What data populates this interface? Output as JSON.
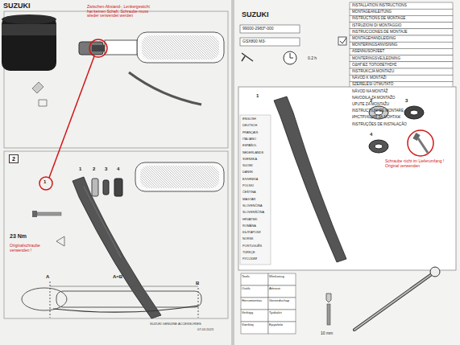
{
  "diagram": {
    "nodes": [
      {
        "text": [
          "2"
        ]
      }
    ],
    "labels": [
      "SUZUKI",
      "Zwischen-Abstand-, Lenkergewicht hat keinen Schaft, Schraube muss wieder verwendet werden",
      "1",
      "1",
      "2",
      "3",
      "4",
      "23 Nm",
      "Originalschraube verwenden !",
      "A",
      "A=B",
      "B",
      "SUZUKI GENUINE ACCESSORIES",
      "07.03.2023",
      "SUZUKI",
      "99000-2983*-000",
      "GSX800 M3-",
      "0.2 h",
      "1",
      "2",
      "3",
      "4",
      "Schraube nicht im Lieferumfang ! Original verwenden",
      "10 mm",
      "INSTALLATION INSTRUCTIONS",
      "MONTAGEANLEITUNG",
      "INSTRUCTIONS DE MONTAGE",
      "ISTRUZIONI DI MONTAGGIO",
      "INSTRUCCIONES DE MONTAJE",
      "MONTAGEHANDLEIDING",
      "MONTERINGSANVISNING",
      "ASENNUSOHJEET",
      "MONTERINGSVEJLEDNING",
      "ΟΔΗΓΙΕΣ ΤΟΠΟΘΕΤΗΣΗΣ",
      "INSTRUKCJA MONTAŻU",
      "NÁVOD K MONTÁŽI",
      "SZERELÉSI ÚTMUTATÓ",
      "NÁVOD NA MONTÁŽ",
      "NAVODILA ZA MONTAŽO",
      "UPUTE ZA MONTAŽU",
      "INSTRUCȚIUNI DE MONTARE",
      "ИНСТРУКЦИЯ ЗА МОНТАЖ",
      "INSTRUÇÕES DE INSTALAÇÃO",
      "ENGLISH",
      "DEUTSCH",
      "FRANÇAIS",
      "ITALIANO",
      "ESPAÑOL",
      "NEDERLANDS",
      "SVENSKA",
      "SUOMI",
      "DANSK",
      "ΕΛΛΗΝΙΚΑ",
      "POLSKI",
      "ČEŠTINA",
      "MAGYAR",
      "SLOVENČINA",
      "SLOVENŠČINA",
      "HRVATSKI",
      "ROMÂNĂ",
      "БЪЛГАРСКИ",
      "NORSK",
      "PORTUGUÊS",
      "TÜRKÇE",
      "РУССКИЙ",
      "Tools",
      "Werkzeug",
      "Outils",
      "Attrezzi",
      "Herramientas",
      "Gereedschap",
      "Verktyg",
      "Työkalut",
      "Værktøj",
      "Εργαλεία"
    ]
  }
}
